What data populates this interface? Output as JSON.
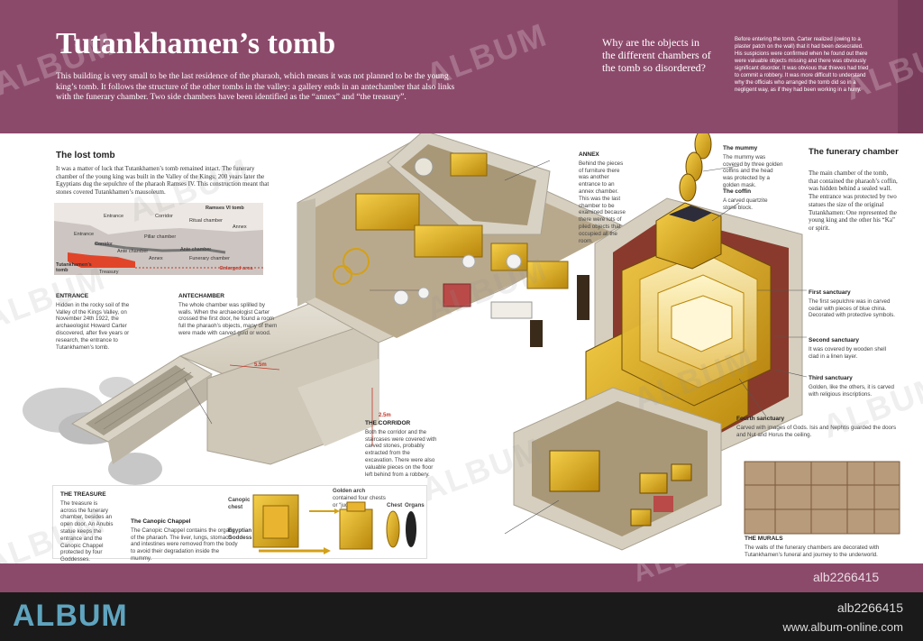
{
  "header": {
    "title": "Tutankhamen’s tomb",
    "intro": "This building is very small to be the last residence of the pharaoh, which means it was not planned to be the young king’s tomb. It follows the structure of the other tombs in the valley: a gallery ends in an antechamber that also links with the funerary chamber. Two side chambers have been identified as the “annex” and “the treasury”.",
    "question_title": "Why are the objects in the different chambers of the tomb so disordered?",
    "question_text": "Before entering the tomb, Carter realized (owing to a plaster patch on the wall) that it had been desecrated. His suspicions were confirmed when he found out there were valuable objects missing and there was obviously significant disorder. It was obvious that thieves had tried to commit a robbery. It was more difficult to understand why the officials who arranged the tomb did so in a negligent way, as if they had been working in a hurry."
  },
  "lost_tomb": {
    "title": "The lost tomb",
    "text": "It was a matter of luck that Tutankhamen’s tomb remained intact. The funerary chamber of the young king was built in the Valley of the Kings; 200 years later the Egyptians dug the sepulchre of the pharaoh Ramses IV. This construction meant that stones covered Tutankhamen’s mausoleum."
  },
  "cross_section": {
    "ramses": "Ramses VI tomb",
    "entrance_top": "Entrance",
    "corridor_top": "Corridor",
    "ritual": "Ritual chamber",
    "annex_top": "Annex",
    "pillar": "Pillar chamber",
    "entrance": "Entrance",
    "corridor": "Corridor",
    "ante": "Ante chamber",
    "ante2": "Ante chamber",
    "funerary": "Funerary chamber",
    "annex": "Annex",
    "treasury": "Treasury",
    "tut": "Tutankhamen’s tomb",
    "enlarged": "Enlarged area"
  },
  "labels": {
    "entrance_title": "ENTRANCE",
    "entrance_text": "Hidden in the rocky soil of the Valley of the Kings Valley, on November 24th 1922, the archaeologist Howard Carter discovered, after five years or research, the entrance to Tutankhamen’s tomb.",
    "antechamber_title": "ANTECHAMBER",
    "antechamber_text": "The whole chamber was splilled by walls. When the archaeologist Carter crossed the first door, he found a room full the pharaoh’s objects, many of them were made with carved gold or wood.",
    "annex_title": "ANNEX",
    "annex_text": "Behind the pieces of furniture there was another entrance to an annex chamber. This was the last chamber to be examined because there were lots of piled objects that occupied all the room.",
    "corridor_title": "THE CORRIDOR",
    "corridor_text": "Both the corridor and the staircases were covered with carved stones, probably extracted from the excavation. There were also valuable pieces on the floor left behind from a robbery.",
    "mummy_title": "The mummy",
    "mummy_text": "The mummy was covered by three golden coffins and the head was protected by a golden mask.",
    "coffin_title": "The coffin",
    "coffin_text": "A carved quartzite stone block.",
    "first_title": "First sanctuary",
    "first_text": "The first sepulchre was in carved cedar with pieces of blue china. Decorated with protective symbols.",
    "second_title": "Second sanctuary",
    "second_text": "It was covered by wooden shell clad in a linen layer.",
    "third_title": "Third sanctuary",
    "third_text": "Golden, like the others, it is carved with religious inscriptions.",
    "fourth_title": "Fourth sanctuary",
    "fourth_text": "Carved with images of Gods. Isis and Nephtis guarded the doors and Nut and Horus the ceiling.",
    "murals_title": "THE MURALS",
    "murals_text": "The walls of the funerary chambers are decorated with Tutankhamen’s funeral and journey to the underworld.",
    "measure_a": "5.5m",
    "measure_b": "2.5m"
  },
  "funerary": {
    "title": "The funerary chamber",
    "text": "The main chamber of the tomb, that contained the pharaoh’s coffin, was hidden behind a sealed wall. The entrance was protected by two statues the size of the original Tutankhamen: One represented the young king and the other his “Ka” or spirit."
  },
  "treasure": {
    "title": "THE TREASURE",
    "text": "The treasure is across the funerary chamber, besides an open door. An Anubis statue keeps the entrance and the Canopic Chappel protected by four Goddesses.",
    "canopic_title": "The Canopic Chappel",
    "canopic_text": "The Canopic Chappel contains the organs of the pharaoh. The liver, lungs, stomach and intestines were removed from the body to avoid their degradation inside the mummy.",
    "label_chest": "Canopic chest",
    "label_goddess": "Egyptian Goddess",
    "label_arch_title": "Golden arch",
    "label_arch_text": "contained four chests or “jugs”",
    "label_chest2": "Chest",
    "label_organs": "Organs"
  },
  "footer": {
    "logo": "ALBUM",
    "code": "alb2266415",
    "url": "www.album-online.com",
    "watermark_code": "alb2266415",
    "watermark": "ALBUM"
  },
  "colors": {
    "header": "#8c4a6b",
    "footer": "#1a1a1a",
    "logo": "#5fa4bf",
    "gold": "#d4a017",
    "stone": "#d8d2c4"
  }
}
